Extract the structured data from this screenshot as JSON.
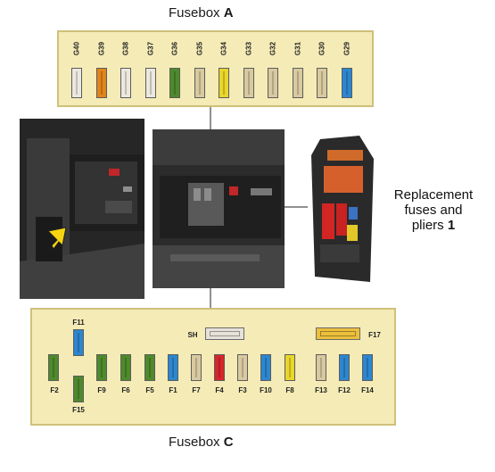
{
  "fusebox_a": {
    "title_prefix": "Fusebox",
    "title_letter": "A",
    "fuses": [
      {
        "label": "G40",
        "color": "#ece8df"
      },
      {
        "label": "G39",
        "color": "#e0851b"
      },
      {
        "label": "G38",
        "color": "#ece8df"
      },
      {
        "label": "G37",
        "color": "#ece8df"
      },
      {
        "label": "G36",
        "color": "#4e8a2c"
      },
      {
        "label": "G35",
        "color": "#d8c9a0"
      },
      {
        "label": "G34",
        "color": "#e9d62a"
      },
      {
        "label": "G33",
        "color": "#d8c9a0"
      },
      {
        "label": "G32",
        "color": "#d8c9a0"
      },
      {
        "label": "G31",
        "color": "#d8c9a0"
      },
      {
        "label": "G30",
        "color": "#d8c9a0"
      },
      {
        "label": "G29",
        "color": "#2d86cf"
      }
    ]
  },
  "fusebox_c": {
    "title_prefix": "Fusebox",
    "title_letter": "C",
    "fuses": [
      {
        "label": "F2",
        "color": "#4e8a2c"
      },
      {
        "label": "F11",
        "color": "#2d86cf"
      },
      {
        "label": "F15",
        "color": "#4e8a2c"
      },
      {
        "label": "F9",
        "color": "#4e8a2c"
      },
      {
        "label": "F6",
        "color": "#4e8a2c"
      },
      {
        "label": "F5",
        "color": "#4e8a2c"
      },
      {
        "label": "F1",
        "color": "#2d86cf"
      },
      {
        "label": "F7",
        "color": "#d8c9a0"
      },
      {
        "label": "F4",
        "color": "#d6262a"
      },
      {
        "label": "F3",
        "color": "#d8c9a0"
      },
      {
        "label": "F10",
        "color": "#2d86cf"
      },
      {
        "label": "F8",
        "color": "#e9d62a"
      },
      {
        "label": "F13",
        "color": "#d8c9a0"
      },
      {
        "label": "F12",
        "color": "#2d86cf"
      },
      {
        "label": "F14",
        "color": "#2d86cf"
      }
    ],
    "sh_label": "SH",
    "sh_color": "#e6e2da",
    "f17_label": "F17",
    "f17_color": "#ecbf3c"
  },
  "legend": {
    "line1": "Replacement",
    "line2": "fuses and",
    "line3_prefix": "pliers",
    "line3_number": "1"
  },
  "arrow_color": "#f6d40f"
}
